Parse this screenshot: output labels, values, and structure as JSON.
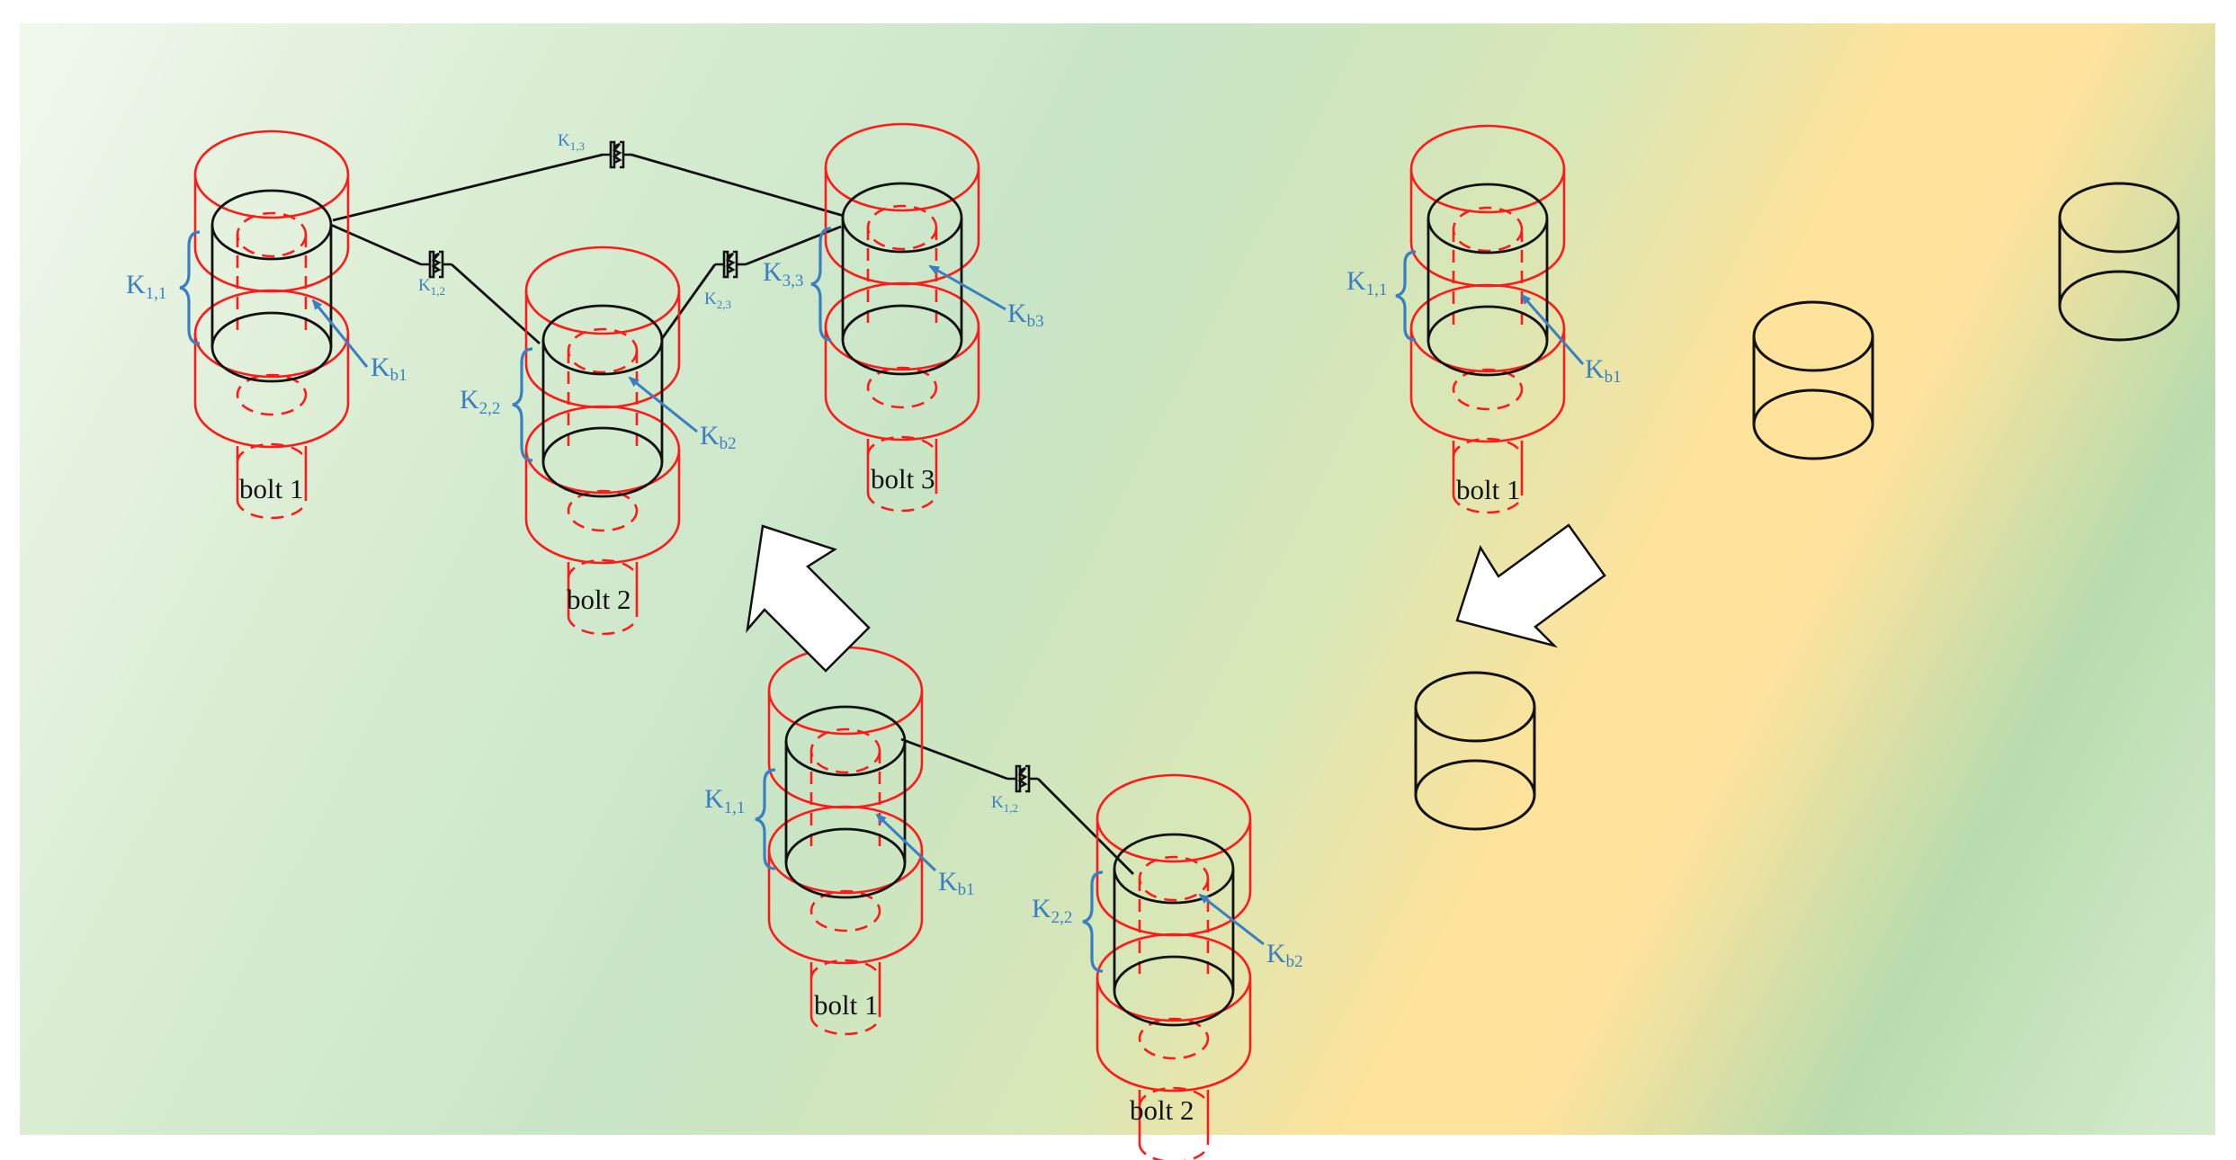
{
  "left_model": {
    "bolts": [
      {
        "label": "bolt 1",
        "k_label": "K",
        "k_sub": "1,1",
        "kb_label": "K",
        "kb_sub": "b1"
      },
      {
        "label": "bolt 2",
        "k_label": "K",
        "k_sub": "2,2",
        "kb_label": "K",
        "kb_sub": "b2"
      },
      {
        "label": "bolt 3",
        "k_label": "K",
        "k_sub": "3,3",
        "kb_label": "K",
        "kb_sub": "b3"
      }
    ],
    "springs": [
      {
        "k": "K",
        "sub": "1,3"
      },
      {
        "k": "K",
        "sub": "1,2"
      },
      {
        "k": "K",
        "sub": "2,3"
      }
    ]
  },
  "middle_model": {
    "bolts": [
      {
        "label": "bolt 1",
        "k_label": "K",
        "k_sub": "1,1",
        "kb_label": "K",
        "kb_sub": "b1"
      },
      {
        "label": "bolt 2",
        "k_label": "K",
        "k_sub": "2,2",
        "kb_label": "K",
        "kb_sub": "b2"
      }
    ],
    "springs": [
      {
        "k": "K",
        "sub": "1,2"
      }
    ]
  },
  "right_model": {
    "bolts": [
      {
        "label": "bolt 1",
        "k_label": "K",
        "k_sub": "1,1",
        "kb_label": "K",
        "kb_sub": "b1"
      }
    ]
  },
  "colors": {
    "bolt_outline": "#ff1a1a",
    "stiffness_label": "#3a7fc1",
    "plate_cylinder": "#111111",
    "background_green": "#c9e6c6",
    "background_yellow": "#ffe6a0"
  }
}
